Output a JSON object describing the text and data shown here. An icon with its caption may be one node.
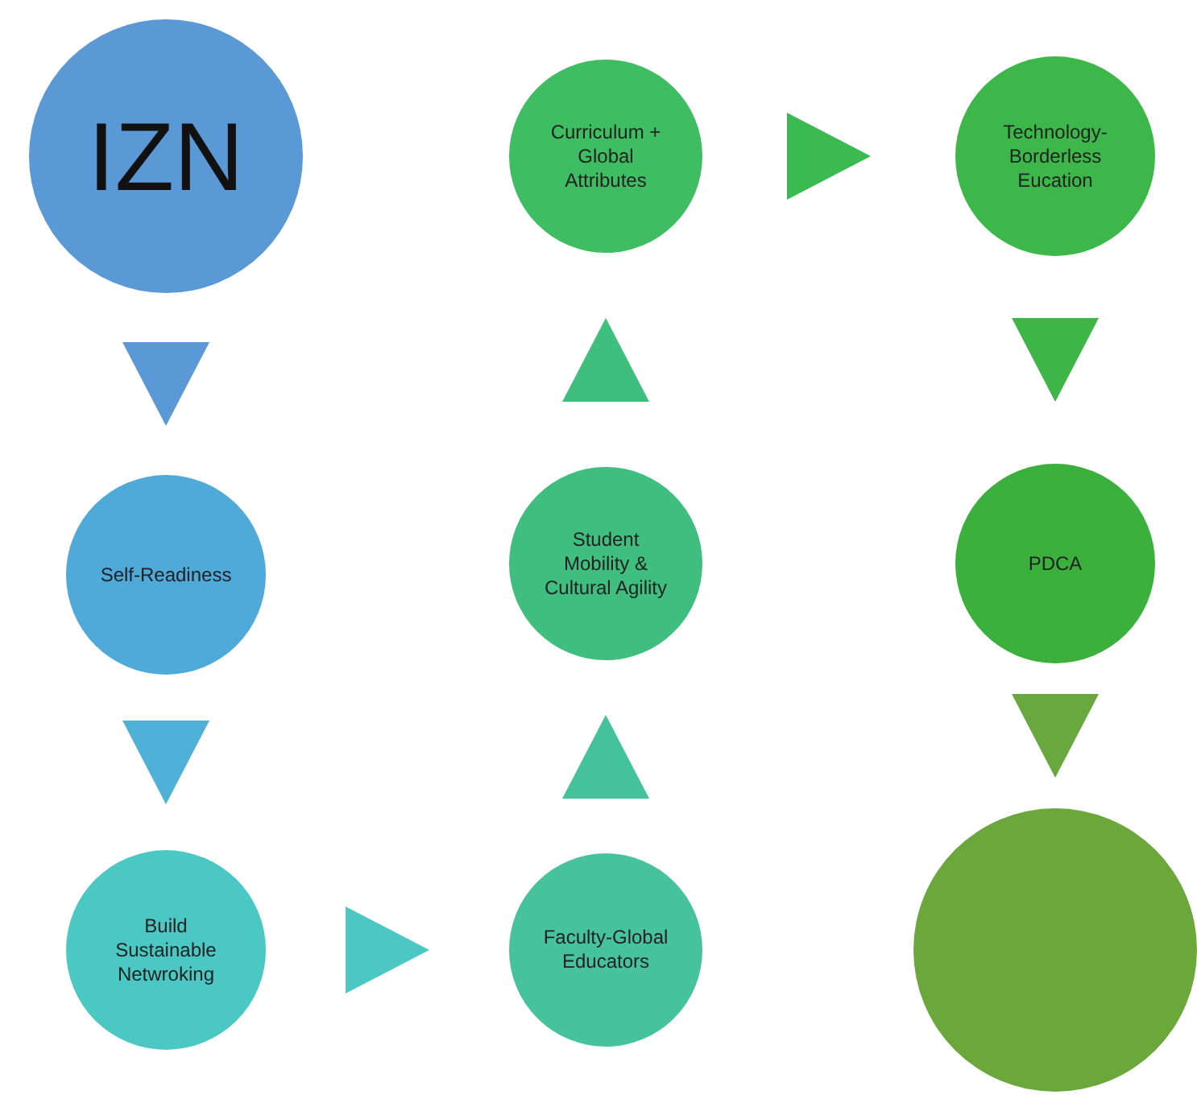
{
  "diagram": {
    "nodes": [
      {
        "text": [
          "IZN"
        ]
      },
      {
        "text": [
          "Curriculum + Global Attributes"
        ]
      },
      {
        "text": [
          "Technology-Borderless Eucation"
        ]
      },
      {
        "text": [
          "Self-Readiness"
        ]
      },
      {
        "text": [
          "Student Mobility & Cultural Agility"
        ]
      },
      {
        "text": [
          "PDCA"
        ]
      },
      {
        "text": [
          "Build Sustainable Netwroking"
        ]
      },
      {
        "text": [
          "Faculty-Global Educators"
        ]
      },
      {
        "text": [],
        "shape": "circle"
      }
    ],
    "edges": [
      {
        "from": 0,
        "to": 3,
        "arrow": "to"
      },
      {
        "from": 3,
        "to": 6,
        "arrow": "to"
      },
      {
        "from": 6,
        "to": 7,
        "arrow": "to"
      },
      {
        "from": 7,
        "to": 4,
        "arrow": "to"
      },
      {
        "from": 4,
        "to": 1,
        "arrow": "to"
      },
      {
        "from": 1,
        "to": 2,
        "arrow": "to"
      },
      {
        "from": 2,
        "to": 5,
        "arrow": "to"
      },
      {
        "from": 5,
        "to": 8,
        "arrow": "to"
      }
    ]
  }
}
